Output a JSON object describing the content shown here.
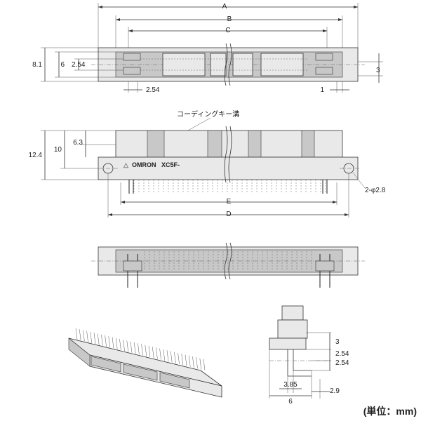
{
  "top_view": {
    "dim_a": "A",
    "dim_b": "B",
    "dim_c": "C",
    "dim_8_1": "8.1",
    "dim_6": "6",
    "dim_2_54_left": "2.54",
    "dim_2_54_bottom": "2.54",
    "dim_3": "3",
    "dim_1": "1"
  },
  "front_view": {
    "coding_key_label": "コーディングキー溝",
    "dim_12_4": "12.4",
    "dim_10": "10",
    "dim_6_3": "6.3",
    "brand_logo": "OMRON",
    "model_text": "XC5F-",
    "hole_label": "2-φ2.8",
    "dim_e": "E",
    "dim_d": "D"
  },
  "side_view": {
    "dim_3": "3",
    "dim_2_54_a": "2.54",
    "dim_2_54_b": "2.54",
    "dim_3_85": "3.85",
    "dim_6": "6",
    "dim_2_9": "2.9"
  },
  "unit_label": "(単位：mm)"
}
